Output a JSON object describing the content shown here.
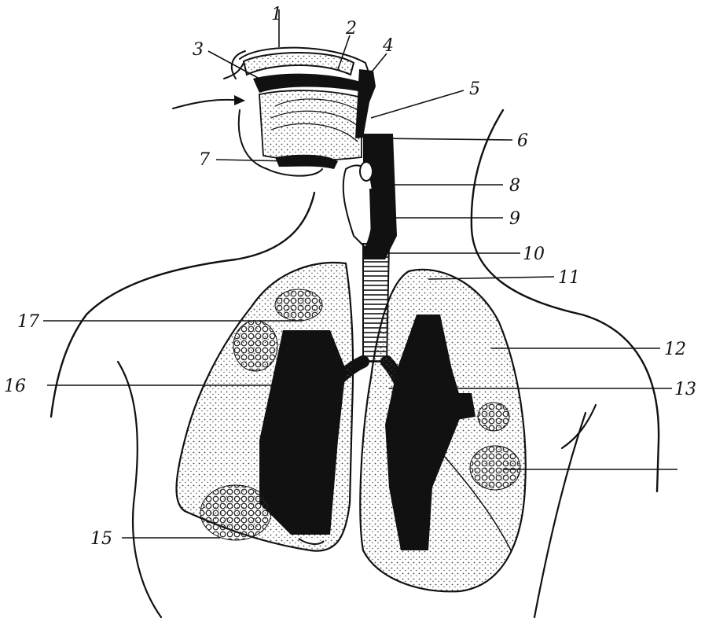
{
  "labels": [
    {
      "id": "1",
      "text": "1"
    },
    {
      "id": "2",
      "text": "2"
    },
    {
      "id": "3",
      "text": "3"
    },
    {
      "id": "4",
      "text": "4"
    },
    {
      "id": "5",
      "text": "5"
    },
    {
      "id": "6",
      "text": "6"
    },
    {
      "id": "7",
      "text": "7"
    },
    {
      "id": "8",
      "text": "8"
    },
    {
      "id": "9",
      "text": "9"
    },
    {
      "id": "10",
      "text": "10"
    },
    {
      "id": "11",
      "text": "11"
    },
    {
      "id": "12",
      "text": "12"
    },
    {
      "id": "13",
      "text": "13"
    },
    {
      "id": "15",
      "text": "15"
    },
    {
      "id": "16",
      "text": "16"
    },
    {
      "id": "17",
      "text": "17"
    }
  ],
  "colors": {
    "ink": "#111111",
    "paper": "#ffffff",
    "stipple": "#555555"
  }
}
